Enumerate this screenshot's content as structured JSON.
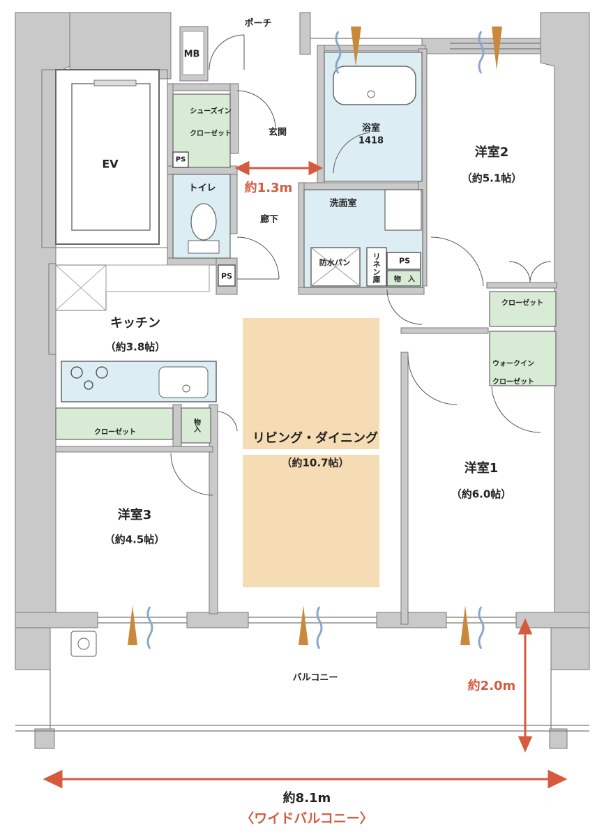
{
  "rooms": {
    "porch": "ポーチ",
    "mb": "MB",
    "ev": "EV",
    "shoes_closet_1": "シューズイン",
    "shoes_closet_2": "クローゼット",
    "genkan": "玄関",
    "ps_1": "PS",
    "ps_2": "PS",
    "ps_3": "PS",
    "bath": "浴室",
    "bath_size": "1418",
    "toilet": "トイレ",
    "corridor": "廊下",
    "washroom": "洗面室",
    "waterproof_pan": "防水パン",
    "linen": "リネン庫",
    "storage_1": "物　入",
    "storage_2": "物入",
    "kitchen": "キッチン",
    "kitchen_area": "（約3.8帖）",
    "closet_k": "クローゼット",
    "closet_r2": "クローゼット",
    "walkin_1": "ウォークイン",
    "walkin_2": "クローゼット",
    "living": "リビング・ダイニング",
    "living_area": "（約10.7帖）",
    "western1": "洋室1",
    "western1_area": "（約6.0帖）",
    "western2": "洋室2",
    "western2_area": "（約5.1帖）",
    "western3": "洋室3",
    "western3_area": "（約4.5帖）",
    "balcony": "バルコニー"
  },
  "dimensions": {
    "corridor_width": "約1.3m",
    "balcony_depth": "約2.0m",
    "balcony_width": "約8.1m",
    "wide_balcony": "〈ワイドバルコニー〉"
  },
  "colors": {
    "wall": "#c9c9c9",
    "living_floor": "#f5dcb4",
    "wet_area": "#dcedf3",
    "storage": "#d8ebd5",
    "dimension": "#d65a3d",
    "window_arrow": "#c8893a",
    "air_flow": "#8aa7c9"
  }
}
